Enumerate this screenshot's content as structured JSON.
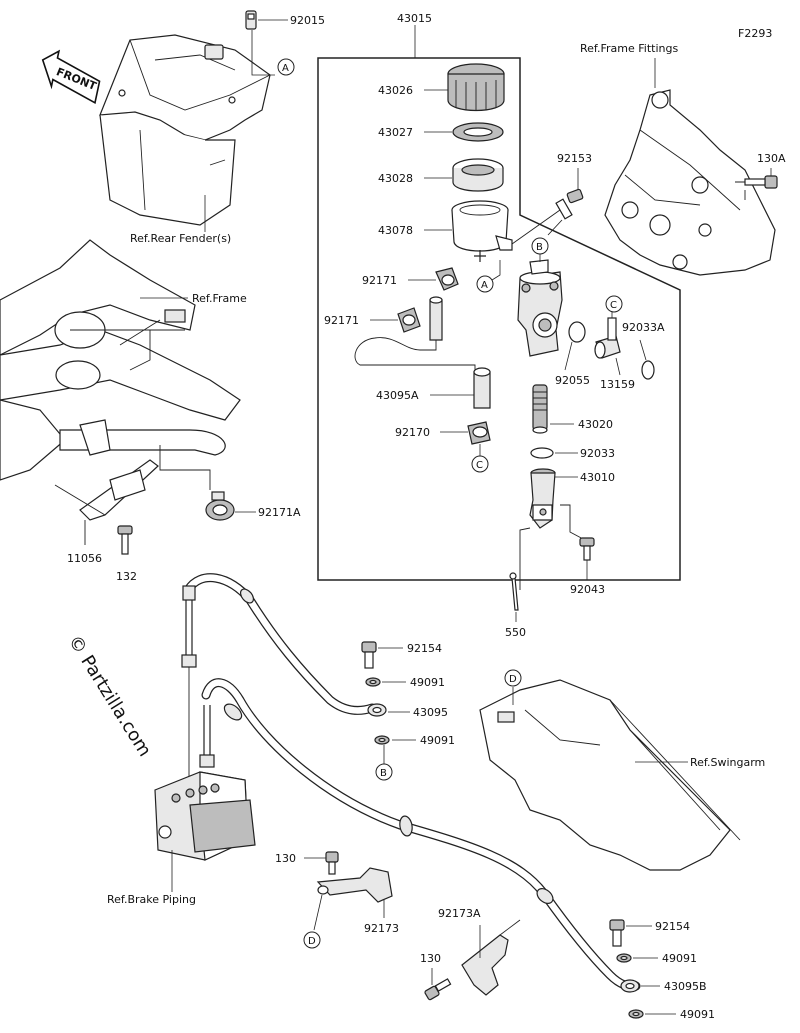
{
  "diagram_code": "F2293",
  "watermark": "© Partzilla.com",
  "front_label": "FRONT",
  "refs": {
    "rear_fender": "Ref.Rear Fender(s)",
    "frame": "Ref.Frame",
    "frame_fittings": "Ref.Frame Fittings",
    "swingarm": "Ref.Swingarm",
    "brake_piping": "Ref.Brake Piping"
  },
  "parts": {
    "p92015": "92015",
    "p43015": "43015",
    "p43026": "43026",
    "p43027": "43027",
    "p43028": "43028",
    "p43078": "43078",
    "p92171a": "92171",
    "p92171b": "92171",
    "p43095A": "43095A",
    "p92170": "92170",
    "p92153": "92153",
    "p130A": "130A",
    "p92033A": "92033A",
    "p92055": "92055",
    "p13159": "13159",
    "p43020": "43020",
    "p92033": "92033",
    "p43010": "43010",
    "p92043": "92043",
    "p550": "550",
    "p92171A": "92171A",
    "p11056": "11056",
    "p132": "132",
    "p92154a": "92154",
    "p49091a": "49091",
    "p43095": "43095",
    "p49091b": "49091",
    "p130a": "130",
    "p92173": "92173",
    "p92173A": "92173A",
    "p130b": "130",
    "p92154b": "92154",
    "p49091c": "49091",
    "p43095B": "43095B",
    "p49091d": "49091"
  },
  "markers": {
    "A1": "A",
    "A2": "A",
    "B1": "B",
    "B2": "B",
    "C1": "C",
    "C2": "C",
    "D1": "D",
    "D2": "D"
  }
}
